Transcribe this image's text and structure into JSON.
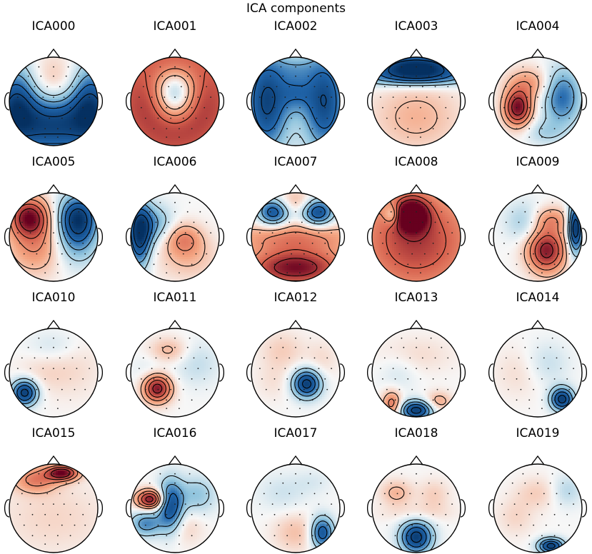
{
  "figure": {
    "title": "ICA components"
  },
  "components": [
    {
      "name": "ICA000",
      "blobs": [
        [
          0.0,
          0.35,
          0.35,
          0.45,
          0.25
        ],
        [
          0.0,
          -0.5,
          0.9,
          0.5,
          -0.9
        ],
        [
          -0.85,
          0.0,
          0.3,
          0.6,
          -0.6
        ],
        [
          0.85,
          0.0,
          0.3,
          0.6,
          -0.6
        ]
      ]
    },
    {
      "name": "ICA001",
      "blobs": [
        [
          0.0,
          0.0,
          1.2,
          1.2,
          0.95
        ],
        [
          0.0,
          0.05,
          0.32,
          0.36,
          -0.85
        ],
        [
          0.0,
          0.45,
          0.4,
          0.3,
          -0.4
        ]
      ]
    },
    {
      "name": "ICA002",
      "blobs": [
        [
          -0.65,
          0.0,
          0.35,
          0.8,
          -0.85
        ],
        [
          0.65,
          0.0,
          0.35,
          0.8,
          -0.8
        ],
        [
          0.0,
          0.2,
          0.25,
          0.3,
          -0.35
        ],
        [
          0.0,
          0.75,
          0.3,
          0.2,
          -0.2
        ]
      ]
    },
    {
      "name": "ICA003",
      "blobs": [
        [
          0.0,
          0.8,
          0.7,
          0.2,
          -1.0
        ],
        [
          0.0,
          0.55,
          0.9,
          0.15,
          -0.5
        ],
        [
          0.0,
          -0.35,
          0.7,
          0.55,
          0.25
        ]
      ]
    },
    {
      "name": "ICA004",
      "blobs": [
        [
          -0.45,
          -0.15,
          0.22,
          0.28,
          0.95
        ],
        [
          -0.2,
          0.4,
          0.35,
          0.25,
          0.35
        ],
        [
          0.55,
          0.1,
          0.3,
          0.45,
          -0.6
        ],
        [
          0.15,
          -0.7,
          0.3,
          0.2,
          -0.2
        ]
      ]
    },
    {
      "name": "ICA005",
      "blobs": [
        [
          -0.55,
          0.45,
          0.3,
          0.3,
          0.9
        ],
        [
          -0.4,
          -0.2,
          0.45,
          0.45,
          0.4
        ],
        [
          0.55,
          0.45,
          0.3,
          0.35,
          -0.85
        ],
        [
          0.5,
          -0.1,
          0.35,
          0.4,
          -0.4
        ]
      ]
    },
    {
      "name": "ICA006",
      "blobs": [
        [
          -0.8,
          0.05,
          0.18,
          0.5,
          -0.9
        ],
        [
          -0.5,
          0.3,
          0.3,
          0.3,
          -0.4
        ],
        [
          0.2,
          -0.05,
          0.3,
          0.25,
          0.4
        ],
        [
          0.3,
          -0.5,
          0.5,
          0.35,
          0.2
        ]
      ]
    },
    {
      "name": "ICA007",
      "blobs": [
        [
          0.0,
          -0.7,
          0.8,
          0.3,
          0.95
        ],
        [
          -0.5,
          0.55,
          0.25,
          0.22,
          -0.75
        ],
        [
          0.5,
          0.55,
          0.25,
          0.22,
          -0.8
        ],
        [
          0.0,
          0.8,
          0.3,
          0.2,
          0.25
        ],
        [
          0.0,
          0.0,
          1.0,
          0.25,
          0.45
        ]
      ]
    },
    {
      "name": "ICA008",
      "blobs": [
        [
          -0.1,
          0.5,
          0.25,
          0.25,
          0.95
        ],
        [
          0.0,
          -0.1,
          1.0,
          0.9,
          0.75
        ],
        [
          -0.55,
          0.5,
          0.12,
          0.15,
          -0.45
        ]
      ]
    },
    {
      "name": "ICA009",
      "blobs": [
        [
          0.2,
          -0.3,
          0.3,
          0.35,
          0.9
        ],
        [
          0.85,
          0.2,
          0.12,
          0.4,
          -1.0
        ],
        [
          -0.3,
          0.35,
          0.3,
          0.3,
          -0.25
        ],
        [
          0.3,
          0.4,
          0.3,
          0.2,
          0.35
        ]
      ]
    },
    {
      "name": "ICA010",
      "blobs": [
        [
          -0.65,
          -0.45,
          0.2,
          0.2,
          -0.9
        ],
        [
          0.4,
          0.1,
          0.5,
          0.5,
          0.1
        ],
        [
          0.0,
          0.6,
          0.4,
          0.25,
          -0.12
        ],
        [
          -0.3,
          0.0,
          0.4,
          0.3,
          0.08
        ]
      ]
    },
    {
      "name": "ICA011",
      "blobs": [
        [
          -0.4,
          -0.35,
          0.22,
          0.22,
          0.95
        ],
        [
          -0.15,
          0.5,
          0.3,
          0.2,
          0.25
        ],
        [
          0.5,
          0.2,
          0.35,
          0.35,
          -0.15
        ],
        [
          -0.5,
          0.0,
          0.3,
          0.3,
          -0.1
        ]
      ]
    },
    {
      "name": "ICA012",
      "blobs": [
        [
          0.25,
          -0.25,
          0.22,
          0.22,
          -0.9
        ],
        [
          -0.3,
          0.5,
          0.35,
          0.3,
          0.15
        ],
        [
          0.6,
          0.3,
          0.25,
          0.3,
          0.1
        ],
        [
          -0.5,
          -0.2,
          0.3,
          0.3,
          0.08
        ]
      ]
    },
    {
      "name": "ICA013",
      "blobs": [
        [
          0.0,
          -0.85,
          0.25,
          0.15,
          -0.9
        ],
        [
          -0.55,
          -0.7,
          0.15,
          0.2,
          0.5
        ],
        [
          0.5,
          -0.65,
          0.2,
          0.15,
          0.3
        ],
        [
          0.0,
          0.4,
          0.6,
          0.3,
          0.1
        ],
        [
          -0.4,
          0.0,
          0.3,
          0.3,
          -0.1
        ]
      ]
    },
    {
      "name": "ICA014",
      "blobs": [
        [
          0.55,
          -0.6,
          0.18,
          0.18,
          -0.9
        ],
        [
          0.2,
          0.2,
          0.35,
          0.35,
          -0.15
        ],
        [
          -0.4,
          0.0,
          0.4,
          0.4,
          0.1
        ]
      ]
    },
    {
      "name": "ICA015",
      "blobs": [
        [
          0.2,
          0.8,
          0.25,
          0.12,
          0.95
        ],
        [
          -0.4,
          0.65,
          0.35,
          0.2,
          0.45
        ],
        [
          0.0,
          -0.2,
          0.9,
          0.6,
          0.12
        ]
      ]
    },
    {
      "name": "ICA016",
      "blobs": [
        [
          -0.55,
          0.2,
          0.22,
          0.15,
          0.95
        ],
        [
          -0.1,
          0.05,
          0.2,
          0.4,
          -0.8
        ],
        [
          -0.65,
          -0.35,
          0.25,
          0.2,
          -0.5
        ],
        [
          0.5,
          0.3,
          0.3,
          0.3,
          -0.3
        ],
        [
          0.2,
          -0.4,
          0.3,
          0.3,
          0.15
        ]
      ]
    },
    {
      "name": "ICA017",
      "blobs": [
        [
          0.6,
          -0.55,
          0.18,
          0.25,
          -0.75
        ],
        [
          0.0,
          -0.55,
          0.35,
          0.3,
          0.2
        ],
        [
          -0.3,
          0.35,
          0.4,
          0.3,
          -0.12
        ],
        [
          0.4,
          0.6,
          0.3,
          0.2,
          -0.08
        ]
      ]
    },
    {
      "name": "ICA018",
      "blobs": [
        [
          0.0,
          -0.65,
          0.25,
          0.25,
          -0.9
        ],
        [
          -0.45,
          0.35,
          0.25,
          0.2,
          0.25
        ],
        [
          0.4,
          0.3,
          0.25,
          0.25,
          0.15
        ],
        [
          0.0,
          -0.1,
          0.6,
          0.15,
          0.1
        ]
      ]
    },
    {
      "name": "ICA019",
      "blobs": [
        [
          0.3,
          -0.85,
          0.2,
          0.12,
          -0.9
        ],
        [
          0.0,
          0.35,
          0.35,
          0.25,
          0.15
        ],
        [
          0.65,
          0.4,
          0.25,
          0.25,
          -0.2
        ],
        [
          -0.5,
          -0.2,
          0.3,
          0.3,
          0.12
        ]
      ]
    }
  ]
}
